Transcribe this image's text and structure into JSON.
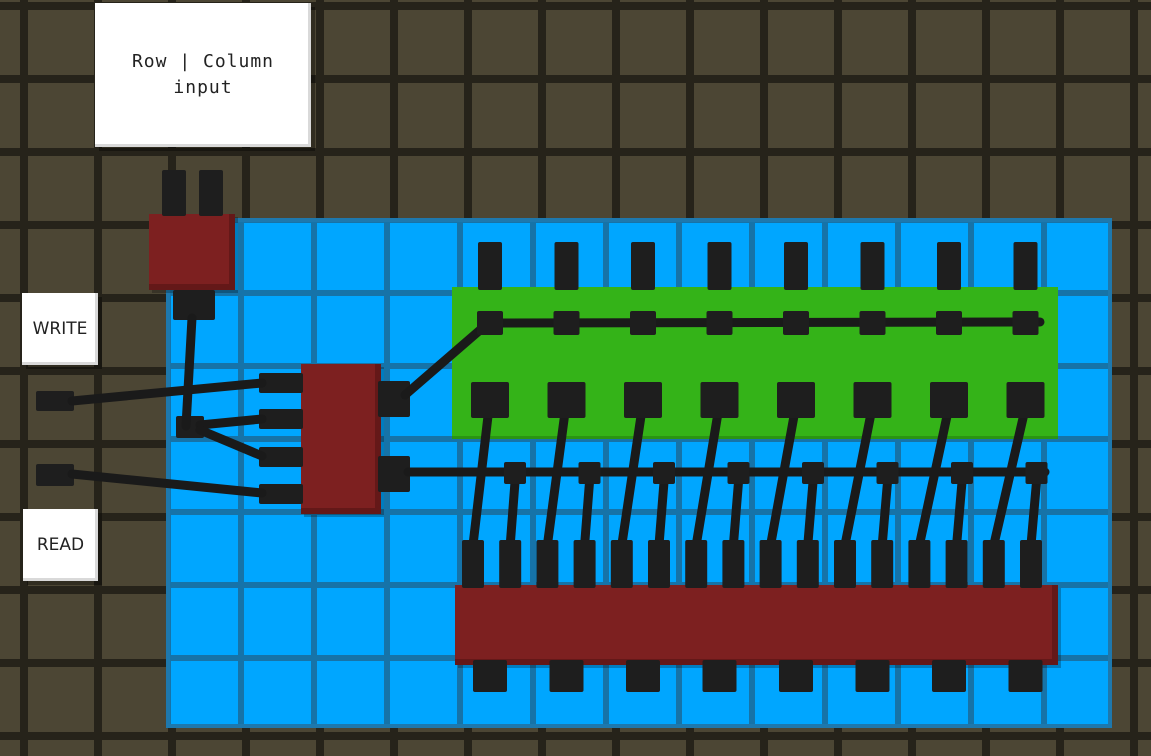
{
  "signs": {
    "input_label": "Row | Column\ninput",
    "write_label": "WRITE",
    "read_label": "READ"
  },
  "colors": {
    "ground": "#4c4634",
    "grid_lines": "#26231a",
    "board": "#00a6ff",
    "green_board": "#34b318",
    "red_block": "#7d2020",
    "wire": "#1a1a1a"
  }
}
